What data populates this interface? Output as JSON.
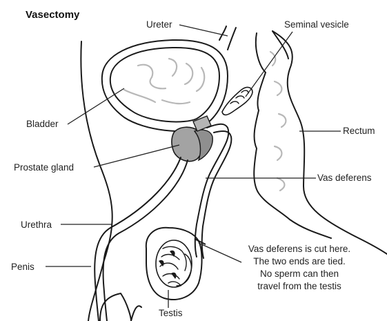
{
  "diagram": {
    "title": "Vasectomy",
    "labels": {
      "ureter": "Ureter",
      "seminal_vesicle": "Seminal vesicle",
      "bladder": "Bladder",
      "rectum": "Rectum",
      "prostate_gland": "Prostate gland",
      "vas_deferens": "Vas deferens",
      "urethra": "Urethra",
      "penis": "Penis",
      "testis": "Testis"
    },
    "note_lines": [
      "Vas deferens is cut here.",
      "The two ends are tied.",
      "No sperm can then",
      "travel from the testis"
    ]
  }
}
